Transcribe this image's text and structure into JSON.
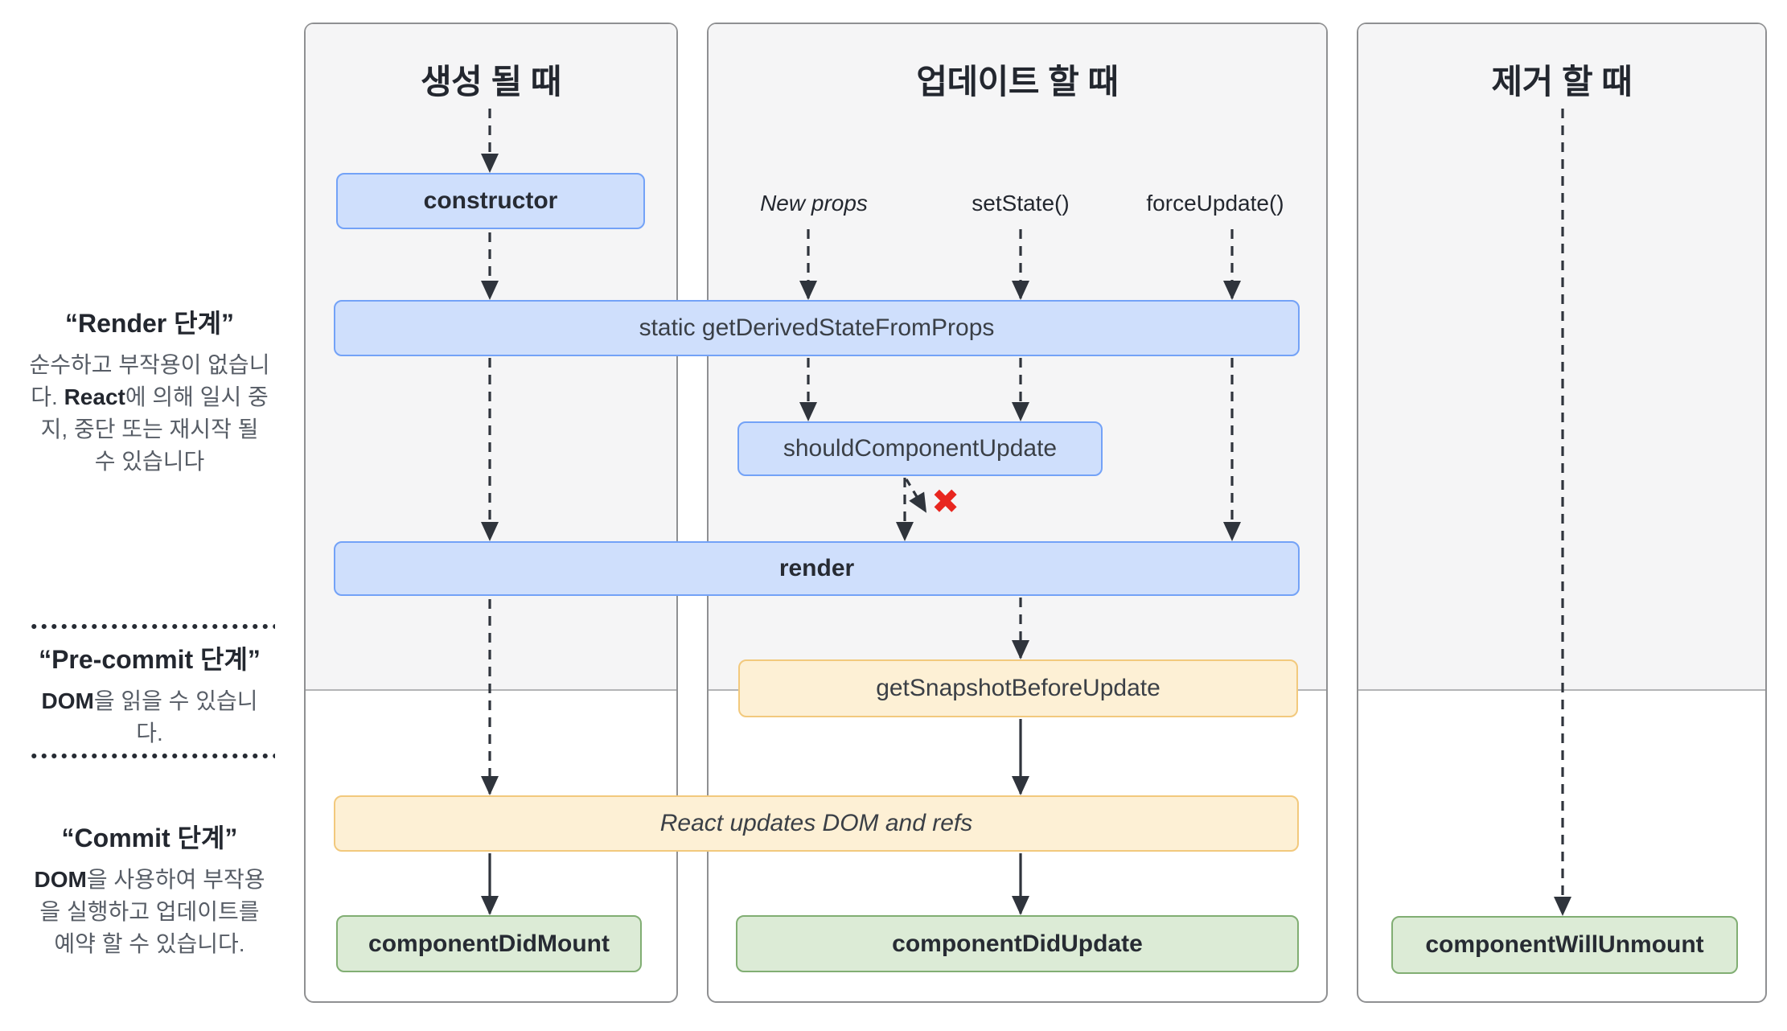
{
  "diagram": {
    "columns": [
      {
        "title": "생성 될 때"
      },
      {
        "title": "업데이트 할 때"
      },
      {
        "title": "제거 할 때"
      }
    ],
    "triggers": [
      {
        "label": "New props"
      },
      {
        "label": "setState()"
      },
      {
        "label": "forceUpdate()"
      }
    ],
    "methods": {
      "constructor": "constructor",
      "get_derived_state_from_props": "static getDerivedStateFromProps",
      "should_component_update": "shouldComponentUpdate",
      "render": "render",
      "get_snapshot_before_update": "getSnapshotBeforeUpdate",
      "react_updates_dom": "React updates DOM and refs",
      "component_did_mount": "componentDidMount",
      "component_did_update": "componentDidUpdate",
      "component_will_unmount": "componentWillUnmount"
    },
    "skip_mark": "✖"
  },
  "sidebar": {
    "phases": [
      {
        "title": "“Render 단계”",
        "desc": [
          {
            "text": "순수하고 부작용이 없습니다. "
          },
          {
            "text": "React",
            "bold": true
          },
          {
            "text": "에 의해 일시 중지, 중단 또는 재시작 될 수 있습니다"
          }
        ]
      },
      {
        "title": "“Pre-commit 단계”",
        "desc": [
          {
            "text": "DOM",
            "bold": true
          },
          {
            "text": "을 읽을 수 있습니다."
          }
        ]
      },
      {
        "title": "“Commit 단계”",
        "desc": [
          {
            "text": "DOM",
            "bold": true
          },
          {
            "text": "을 사용하여 부작용을 실행하고 업데이트를 예약 할 수 있습니다."
          }
        ]
      }
    ]
  },
  "colors": {
    "panel_bg": "#f5f5f6",
    "panel_border": "#8f9092",
    "box_blue_bg": "#cfdffc",
    "box_blue_border": "#73a2f7",
    "box_cream_bg": "#fdf0d5",
    "box_cream_border": "#f2c97d",
    "box_green_bg": "#dcebd6",
    "box_green_border": "#81ae73",
    "arrow": "#2f343c",
    "skip_red": "#e8261f"
  }
}
